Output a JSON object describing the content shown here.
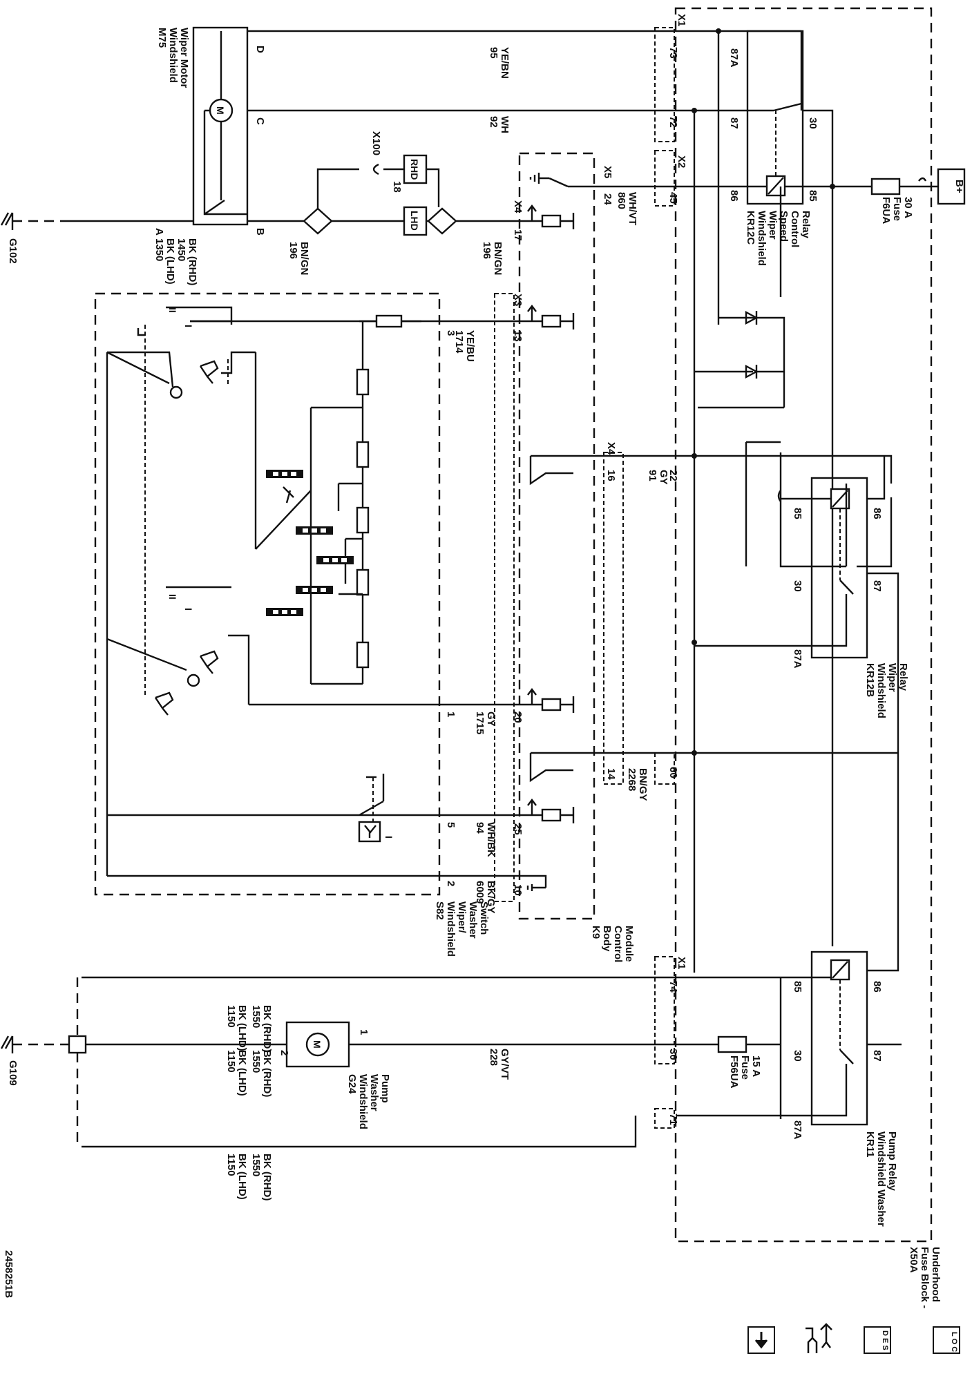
{
  "components": {
    "fuse_block": [
      "X50A",
      "Fuse Block -",
      "Underhood"
    ],
    "bplus": "B+",
    "f6ua": [
      "F6UA",
      "Fuse",
      "30 A"
    ],
    "f56ua": [
      "F56UA",
      "Fuse",
      "15 A"
    ],
    "kr12c": [
      "KR12C",
      "Windshield",
      "Wiper",
      "Speed",
      "Control",
      "Relay"
    ],
    "kr12b": [
      "KR12B",
      "Windshield",
      "Wiper",
      "Relay"
    ],
    "kr11": [
      "KR11",
      "Windshield Washer",
      "Pump Relay"
    ],
    "k9": [
      "K9",
      "Body",
      "Control",
      "Module"
    ],
    "s82": [
      "S82",
      "Windshield",
      "Wiper/",
      "Washer",
      "Switch"
    ],
    "m75": [
      "M75",
      "Windshield",
      "Wiper Motor"
    ],
    "g24": [
      "G24",
      "Windshield",
      "Washer",
      "Pump"
    ]
  },
  "relay_pins": {
    "kr12c": {
      "p87a": "87A",
      "p87": "87",
      "p30": "30",
      "p86": "86",
      "p85": "85"
    },
    "kr12b": {
      "p85": "85",
      "p86": "86",
      "p30": "30",
      "p87": "87",
      "p87a": "87A"
    },
    "kr11": {
      "p85": "85",
      "p86": "86",
      "p30": "30",
      "p87": "87",
      "p87a": "87A"
    }
  },
  "connectors": {
    "x1": "X1",
    "x2": "X2",
    "x3": "X3",
    "x4": "X4",
    "x5": "X5",
    "x100": "X100",
    "rhd": "RHD",
    "lhd": "LHD"
  },
  "motor_pins": {
    "d": "D",
    "c": "C",
    "a": "A",
    "b": "B",
    "m": "M",
    "p1": "1",
    "p2": "2"
  },
  "pins": {
    "x1_73": "73",
    "x1_72": "72",
    "x2_45": "45",
    "x5_24": "24",
    "x4_17": "17",
    "x100_18": "18",
    "x3_13": "13",
    "s82_3": "3",
    "x4_16": "16",
    "k9_22": "22",
    "x3_20": "20",
    "s82_1": "1",
    "x4_14": "14",
    "k9_60": "60",
    "x3_25": "25",
    "s82_5": "5",
    "x3_10": "10",
    "s82_2": "2",
    "x1_74": "74",
    "x1_30": "30",
    "x1_71": "71"
  },
  "wires": {
    "w95": [
      "95",
      "YE/BN"
    ],
    "w92": [
      "92",
      "WH"
    ],
    "w860": [
      "860",
      "WH/VT"
    ],
    "w196a": [
      "196",
      "BN/GN"
    ],
    "w196b": [
      "196",
      "BN/GN"
    ],
    "w1350": [
      "1350",
      "BK (LHD)",
      "1450",
      "BK (RHD)"
    ],
    "w1714": [
      "1714",
      "YE/BU"
    ],
    "w91": [
      "91",
      "GY"
    ],
    "w1715": [
      "1715",
      "GY"
    ],
    "w2268": [
      "2268",
      "BN/GY"
    ],
    "w94": [
      "94",
      "WH/BK"
    ],
    "w6009": [
      "6009",
      "BK/GY"
    ],
    "w228": [
      "228",
      "GY/VT"
    ],
    "w1150a": [
      "1150",
      "BK (LHD)",
      "1550",
      "BK (RHD)"
    ],
    "w1150b": [
      "1150",
      "BK (LHD)",
      "1550",
      "BK (RHD)"
    ],
    "w1150c": [
      "1150",
      "BK (LHD)",
      "1550",
      "BK (RHD)"
    ]
  },
  "grounds": {
    "g102": "G102",
    "g109": "G109"
  },
  "switch_marks": {
    "i": "I",
    "ii": "II",
    "lo": "I",
    "hi": "II"
  },
  "figure_id": "2458251B",
  "nav_icons": {
    "loc": {
      "name": "loc-icon",
      "text": "L O C"
    },
    "desc": {
      "name": "desc-icon",
      "text": "D E S C"
    },
    "connector": {
      "name": "connector-info-icon"
    },
    "down": {
      "name": "down-arrow-icon"
    }
  }
}
